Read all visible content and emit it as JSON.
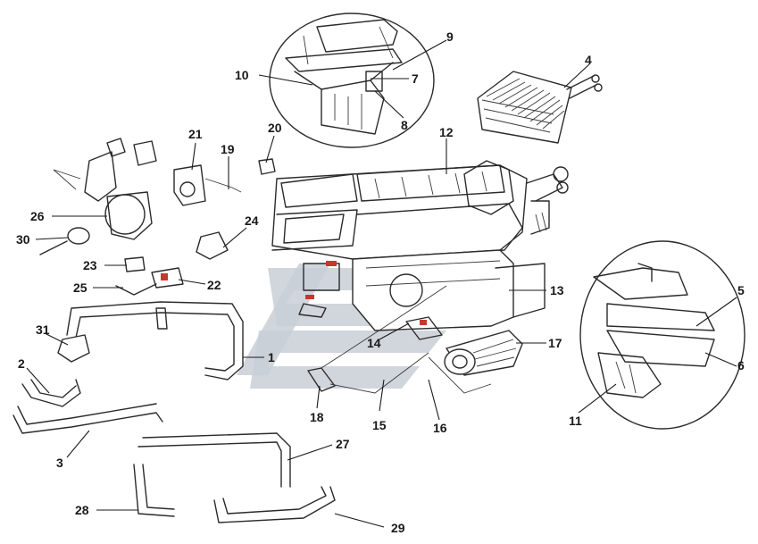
{
  "diagram": {
    "callouts": [
      {
        "id": "1",
        "text": "1"
      },
      {
        "id": "2",
        "text": "2"
      },
      {
        "id": "3",
        "text": "3"
      },
      {
        "id": "4",
        "text": "4"
      },
      {
        "id": "5",
        "text": "5"
      },
      {
        "id": "6",
        "text": "6"
      },
      {
        "id": "7",
        "text": "7"
      },
      {
        "id": "8",
        "text": "8"
      },
      {
        "id": "9",
        "text": "9"
      },
      {
        "id": "10",
        "text": "10"
      },
      {
        "id": "11",
        "text": "11"
      },
      {
        "id": "12",
        "text": "12"
      },
      {
        "id": "13",
        "text": "13"
      },
      {
        "id": "14",
        "text": "14"
      },
      {
        "id": "15",
        "text": "15"
      },
      {
        "id": "16",
        "text": "16"
      },
      {
        "id": "17",
        "text": "17"
      },
      {
        "id": "18",
        "text": "18"
      },
      {
        "id": "19",
        "text": "19"
      },
      {
        "id": "20",
        "text": "20"
      },
      {
        "id": "21",
        "text": "21"
      },
      {
        "id": "22",
        "text": "22"
      },
      {
        "id": "23",
        "text": "23"
      },
      {
        "id": "24",
        "text": "24"
      },
      {
        "id": "25",
        "text": "25"
      },
      {
        "id": "26",
        "text": "26"
      },
      {
        "id": "27",
        "text": "27"
      },
      {
        "id": "28",
        "text": "28"
      },
      {
        "id": "29",
        "text": "29"
      },
      {
        "id": "30",
        "text": "30"
      },
      {
        "id": "31",
        "text": "31"
      }
    ],
    "colors": {
      "line": "#2b2b2b",
      "watermark": "#c9cfd6",
      "accent": "#c23a2c",
      "background": "#ffffff"
    }
  }
}
